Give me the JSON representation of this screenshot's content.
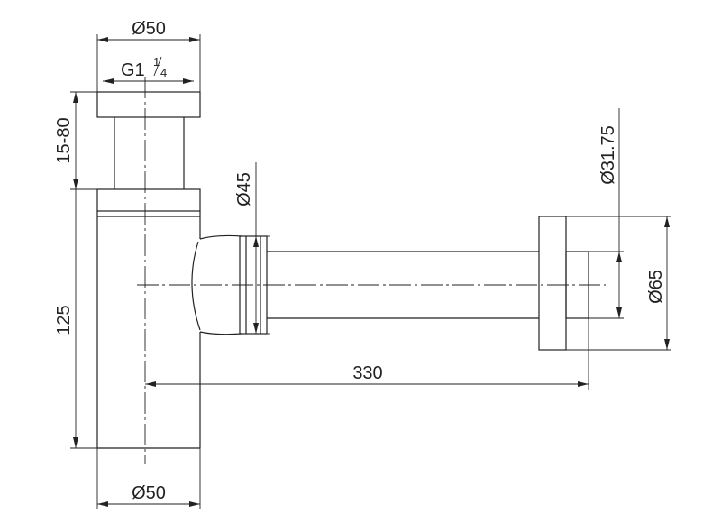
{
  "drawing": {
    "dimensions": {
      "top_diameter": "Ø50",
      "thread": "G1",
      "thread_fraction_num": "1",
      "thread_fraction_den": "4",
      "height_adjust": "15-80",
      "body_height": "125",
      "outlet_diameter": "Ø45",
      "pipe_diameter": "Ø31.75",
      "flange_diameter": "Ø65",
      "length": "330",
      "bottom_diameter": "Ø50"
    },
    "line_color": "#222222"
  }
}
